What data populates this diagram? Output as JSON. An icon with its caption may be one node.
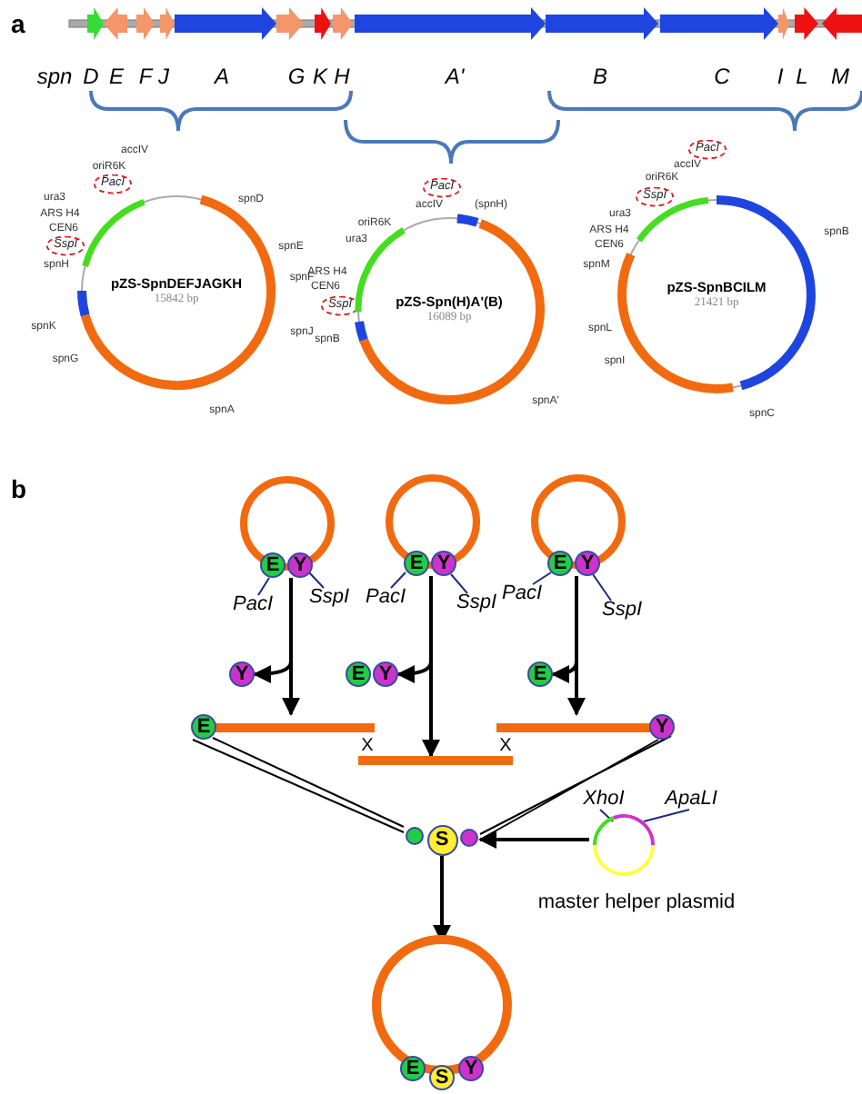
{
  "diagram": {
    "nodes": [
      {
        "text": [
          "pZS-SpnDEFJAGKH",
          "15842 bp"
        ]
      },
      {
        "text": [
          "pZS-Spn(H)A'(B)",
          "16089 bp"
        ]
      },
      {
        "text": [
          "pZS-SpnBCILM",
          "21421 bp"
        ]
      },
      {
        "text": [
          "E",
          "Y"
        ]
      },
      {
        "text": [
          "E",
          "Y"
        ]
      },
      {
        "text": [
          "E",
          "Y"
        ]
      },
      {
        "text": [
          "PacI"
        ]
      },
      {
        "text": [
          "SspI"
        ]
      },
      {
        "text": [
          "PacI"
        ]
      },
      {
        "text": [
          "SspI"
        ]
      },
      {
        "text": [
          "PacI"
        ]
      },
      {
        "text": [
          "SspI"
        ]
      },
      {
        "text": [
          "Y"
        ]
      },
      {
        "text": [
          "E",
          "Y"
        ]
      },
      {
        "text": [
          "E"
        ]
      },
      {
        "text": [
          "E"
        ]
      },
      {
        "text": [],
        "shape": "bar"
      },
      {
        "text": [
          "Y"
        ]
      },
      {
        "text": [
          "S"
        ]
      },
      {
        "text": [],
        "shape": "circle",
        "beside": [
          "master helper plasmid"
        ]
      },
      {
        "text": [
          "XhoI"
        ]
      },
      {
        "text": [
          "ApaLI"
        ]
      },
      {
        "text": [
          "E",
          "S",
          "Y"
        ]
      }
    ],
    "edges": [
      {
        "from": 6,
        "to": 3,
        "arrow": "none",
        "color": "#1a2a80"
      },
      {
        "from": 7,
        "to": 3,
        "arrow": "none",
        "color": "#1a2a80"
      },
      {
        "from": 8,
        "to": 4,
        "arrow": "none",
        "color": "#1a2a80"
      },
      {
        "from": 9,
        "to": 4,
        "arrow": "none",
        "color": "#1a2a80"
      },
      {
        "from": 10,
        "to": 5,
        "arrow": "none",
        "color": "#1a2a80"
      },
      {
        "from": 11,
        "to": 5,
        "arrow": "none",
        "color": "#1a2a80"
      },
      {
        "from": 3,
        "to": 15,
        "arrow": "to"
      },
      {
        "from": 4,
        "to": 16,
        "arrow": "to"
      },
      {
        "from": 5,
        "to": 17,
        "arrow": "to"
      },
      {
        "from": null,
        "to": 12,
        "arrow": "to"
      },
      {
        "from": null,
        "to": 13,
        "arrow": "to"
      },
      {
        "from": null,
        "to": 14,
        "arrow": "to"
      },
      {
        "from": 15,
        "to": 18,
        "arrow": "none"
      },
      {
        "from": 17,
        "to": 18,
        "arrow": "none"
      },
      {
        "from": 20,
        "to": 19,
        "arrow": "none",
        "color": "#1a2a80"
      },
      {
        "from": 21,
        "to": 19,
        "arrow": "none",
        "color": "#1a2a80"
      },
      {
        "from": 19,
        "to": 18,
        "arrow": "to"
      },
      {
        "from": 18,
        "to": 22,
        "arrow": "to"
      }
    ],
    "labels": [
      "a",
      "spn",
      "D",
      "E",
      "F",
      "J",
      "A",
      "G",
      "K",
      "H",
      "A'",
      "B",
      "C",
      "I",
      "L",
      "M",
      "accIV",
      "oriR6K",
      "PacI",
      "ura3",
      "ARS H4",
      "CEN6",
      "SspI",
      "spnH",
      "spnK",
      "spnG",
      "spnA",
      "spnJ",
      "spnF",
      "spnE",
      "spnD",
      "PacI",
      "accIV",
      "(spnH)",
      "oriR6K",
      "ura3",
      "ARS H4",
      "CEN6",
      "SspI",
      "spnB",
      "spnA'",
      "PacI",
      "accIV",
      "oriR6K",
      "SspI",
      "spnB",
      "ura3",
      "ARS H4",
      "CEN6",
      "spnM",
      "spnL",
      "spnI",
      "spnC",
      "b",
      "X",
      "X"
    ]
  }
}
